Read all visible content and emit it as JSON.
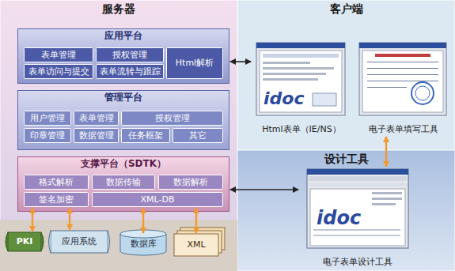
{
  "diagram": {
    "nodes": [
      {
        "text": [
          "服务器"
        ]
      },
      {
        "text": [
          "应用平台"
        ],
        "in": 0
      },
      {
        "text": [
          "表单管理"
        ],
        "in": 1
      },
      {
        "text": [
          "授权管理"
        ],
        "in": 1
      },
      {
        "text": [
          "Html解析"
        ],
        "in": 1
      },
      {
        "text": [
          "表单访问与提交"
        ],
        "in": 1
      },
      {
        "text": [
          "表单流转与跟踪"
        ],
        "in": 1
      },
      {
        "text": [
          "管理平台"
        ],
        "in": 0
      },
      {
        "text": [
          "用户管理"
        ],
        "in": 7
      },
      {
        "text": [
          "表单管理"
        ],
        "in": 7
      },
      {
        "text": [
          "授权管理"
        ],
        "in": 7
      },
      {
        "text": [
          "印章管理"
        ],
        "in": 7
      },
      {
        "text": [
          "数据管理"
        ],
        "in": 7
      },
      {
        "text": [
          "任务框架"
        ],
        "in": 7
      },
      {
        "text": [
          "其它"
        ],
        "in": 7
      },
      {
        "text": [
          "支撑平台（SDTK）"
        ],
        "in": 0
      },
      {
        "text": [
          "格式解析"
        ],
        "in": 15
      },
      {
        "text": [
          "数据传输"
        ],
        "in": 15
      },
      {
        "text": [
          "数据解析"
        ],
        "in": 15
      },
      {
        "text": [
          "签名加密"
        ],
        "in": 15
      },
      {
        "text": [
          "XML-DB"
        ],
        "in": 15
      },
      {
        "text": [
          "PKI"
        ],
        "in": 0
      },
      {
        "text": [
          "应用系统"
        ],
        "in": 0
      },
      {
        "text": [
          "数据库"
        ],
        "in": 0
      },
      {
        "text": [
          "XML"
        ],
        "in": 0
      },
      {
        "text": [
          "客户端"
        ]
      },
      {
        "text": [
          "Html表单（IE/NS）"
        ],
        "in": 25
      },
      {
        "text": [
          "电子表单填写工具"
        ],
        "in": 25
      },
      {
        "text": [
          "设计工具"
        ]
      },
      {
        "text": [
          "电子表单设计工具"
        ],
        "in": 28
      }
    ],
    "edges": [
      {
        "from": 1,
        "to": 26,
        "arrow": "both"
      },
      {
        "from": 15,
        "to": 29,
        "arrow": "both"
      },
      {
        "from": 27,
        "to": 29,
        "arrow": "both"
      },
      {
        "from": 19,
        "to": 21,
        "arrow": "both"
      },
      {
        "from": 19,
        "to": 22,
        "arrow": "both"
      },
      {
        "from": 20,
        "to": 23,
        "arrow": "both"
      },
      {
        "from": 20,
        "to": 24,
        "arrow": "both"
      }
    ],
    "labels": [
      "idoc",
      "idoc"
    ]
  }
}
